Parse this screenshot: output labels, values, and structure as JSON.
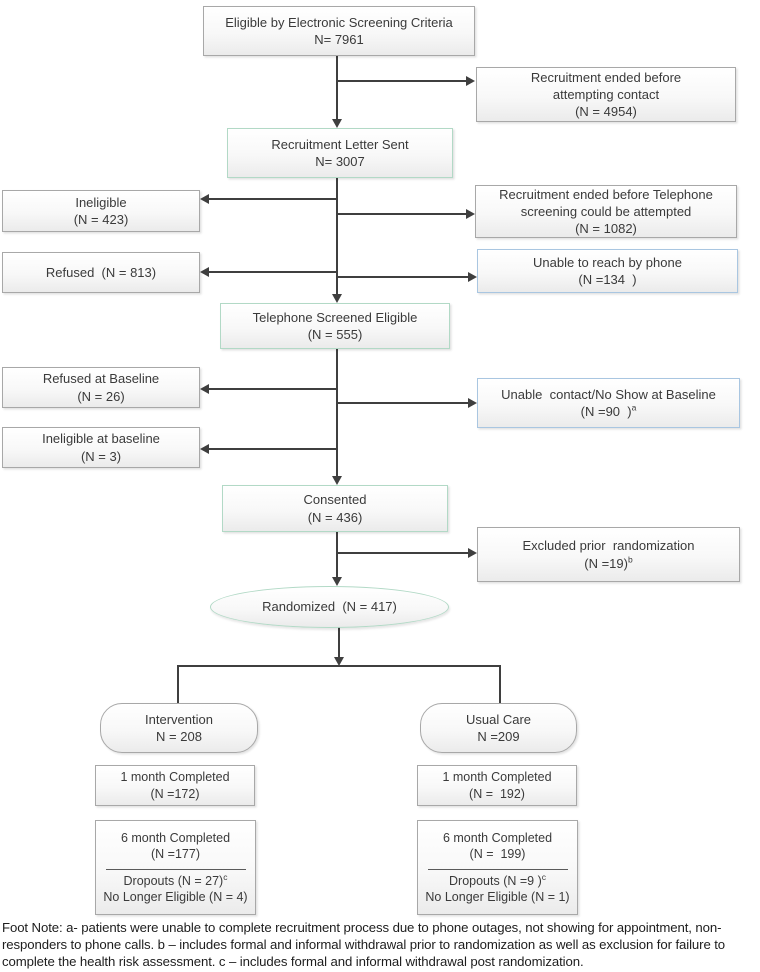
{
  "nodes": {
    "eligible": {
      "line1": "Eligible by Electronic Screening Criteria",
      "line2": "N= 7961"
    },
    "ended_contact": {
      "line1": "Recruitment ended before attempting contact",
      "line2": "(N = 4954)"
    },
    "letter_sent": {
      "line1": "Recruitment Letter Sent",
      "line2": "N= 3007"
    },
    "ineligible": {
      "line1": "Ineligible",
      "line2": "(N = 423)"
    },
    "ended_telephone": {
      "line1": "Recruitment ended before Telephone screening could be attempted",
      "line2": "(N = 1082)"
    },
    "refused": {
      "line1": "Refused  (N = 813)"
    },
    "unable_phone": {
      "line1": "Unable to reach by phone",
      "line2": "(N =134  )"
    },
    "telephone_screened": {
      "line1": "Telephone Screened Eligible",
      "line2": "(N = 555)"
    },
    "refused_baseline": {
      "line1": "Refused at Baseline",
      "line2": "(N = 26)"
    },
    "unable_baseline": {
      "line1": "Unable  contact/No Show at Baseline",
      "line2": "(N =90  )",
      "sup": "a"
    },
    "ineligible_baseline": {
      "line1": "Ineligible at baseline",
      "line2": "(N = 3)"
    },
    "consented": {
      "line1": "Consented",
      "line2": "(N = 436)"
    },
    "excluded_prior": {
      "line1": "Excluded prior  randomization",
      "line2": "(N =19)",
      "sup": "b"
    },
    "randomized": {
      "line1": "Randomized  (N = 417)"
    },
    "intervention": {
      "line1": "Intervention",
      "line2": "N = 208"
    },
    "usual_care": {
      "line1": "Usual Care",
      "line2": "N =209"
    },
    "int_1month": {
      "line1": "1 month Completed",
      "line2": "(N =172)"
    },
    "uc_1month": {
      "line1": "1 month Completed",
      "line2": "(N =  192)"
    },
    "int_6month": {
      "line1": "6 month Completed",
      "line2": "(N =177)",
      "line3": "Dropouts (N = 27)",
      "sup3": "c",
      "line4": "No Longer Eligible (N = 4)"
    },
    "uc_6month": {
      "line1": "6 month Completed",
      "line2": "(N =  199)",
      "line3": "Dropouts (N =9 )",
      "sup3": "c",
      "line4": "No Longer Eligible (N = 1)"
    }
  },
  "footnote": "Foot Note: a- patients were unable to complete recruitment process due to phone outages, not showing for appointment, non-responders to phone calls. b – includes formal and informal withdrawal prior to randomization as well as exclusion for failure to complete the health risk assessment. c – includes formal and informal withdrawal post randomization.",
  "colors": {
    "green_border": "#b2d9c6",
    "blue_border": "#a9c6e1",
    "gray_border": "#a8a8a8",
    "connector": "#3f3f3f"
  }
}
